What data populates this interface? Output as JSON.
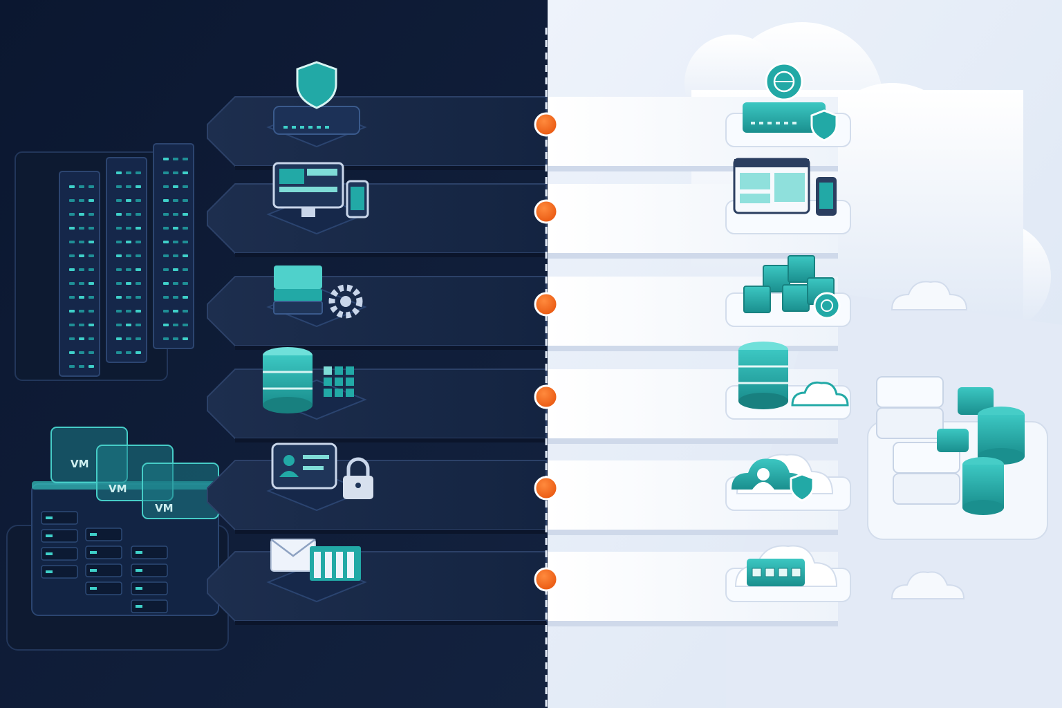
{
  "colors": {
    "left_background": "#0e1a33",
    "right_background": "#e7eef9",
    "accent_teal": "#22a9a6",
    "connector_dot": "#f26a1b",
    "divider": "#d8e1ef"
  },
  "onprem": {
    "vm_labels": [
      "VM",
      "VM",
      "VM"
    ]
  },
  "rows": [
    {
      "left_icon": "network-security-appliance-icon",
      "right_icon": "cloud-network-gateway-icon"
    },
    {
      "left_icon": "desktop-and-mobile-apps-icon",
      "right_icon": "web-app-and-mobile-icon"
    },
    {
      "left_icon": "server-with-gear-icon",
      "right_icon": "container-cluster-icon"
    },
    {
      "left_icon": "database-with-grid-icon",
      "right_icon": "cloud-database-icon"
    },
    {
      "left_icon": "identity-card-with-lock-icon",
      "right_icon": "cloud-identity-icon"
    },
    {
      "left_icon": "email-and-storage-icon",
      "right_icon": "cloud-storage-icon"
    }
  ]
}
